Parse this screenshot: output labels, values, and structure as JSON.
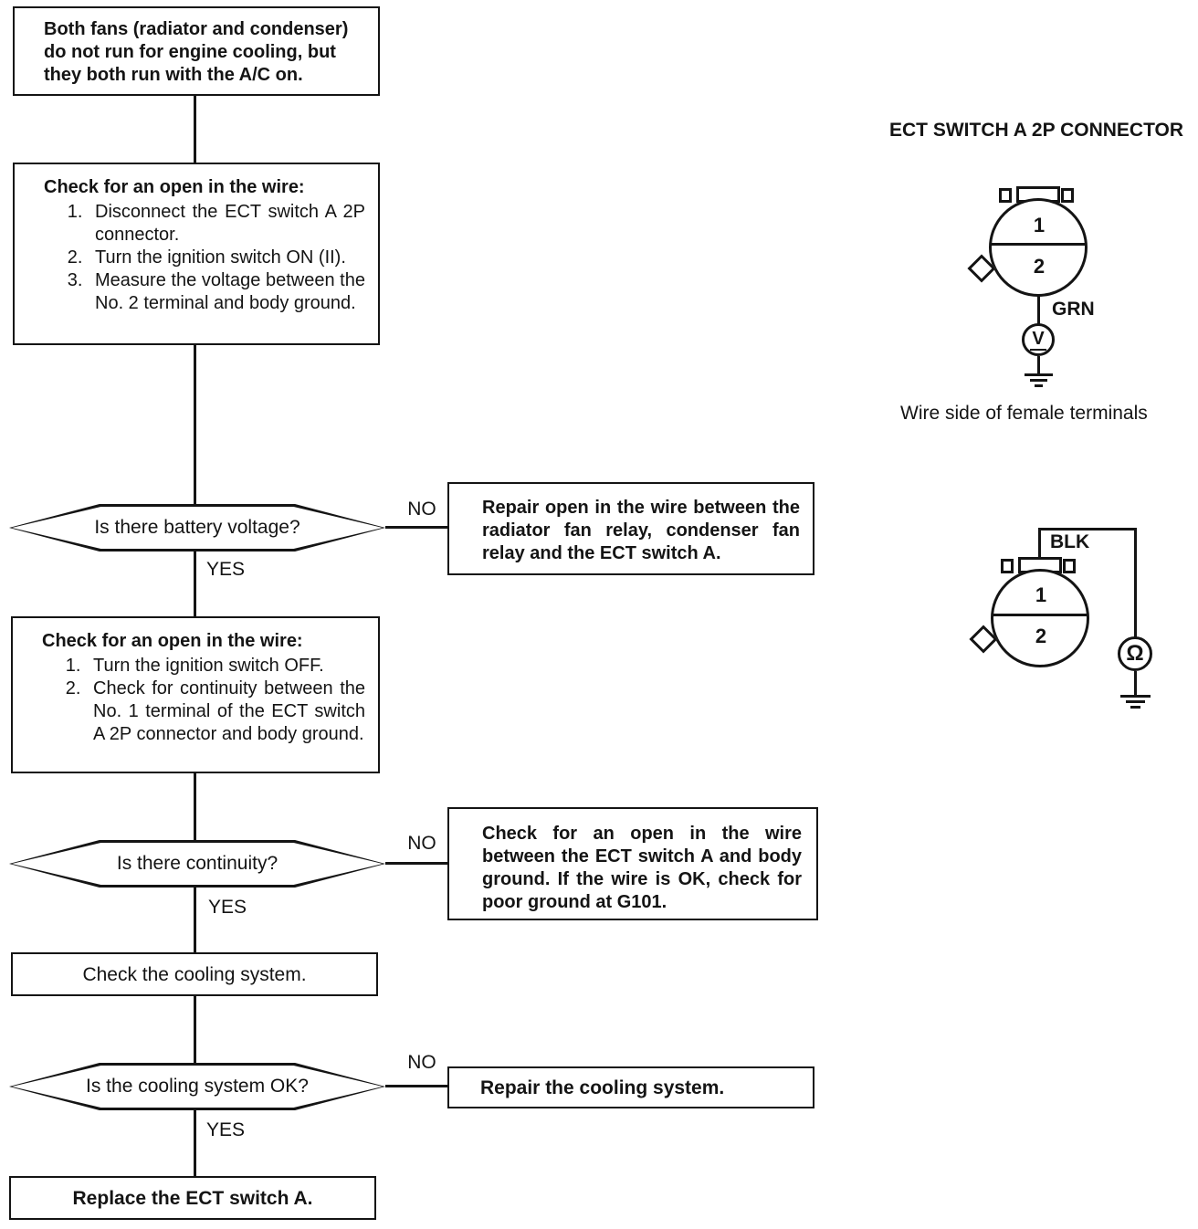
{
  "flowchart": {
    "start": "Both fans (radiator and condenser) do not run for engine cooling, but they both run with the A/C on.",
    "step1": {
      "heading": "Check for an open in the wire:",
      "items": [
        "Disconnect the ECT switch A 2P connector.",
        "Turn the ignition switch ON (II).",
        "Measure the voltage between the No. 2 terminal and body ground."
      ]
    },
    "decision1": {
      "question": "Is there battery voltage?",
      "no": "NO",
      "yes": "YES",
      "no_action": "Repair open in the wire between the radiator fan relay, condenser fan relay and the ECT switch A."
    },
    "step2": {
      "heading": "Check for an open in the wire:",
      "items": [
        "Turn the ignition switch OFF.",
        "Check for continuity between the No. 1 terminal of the ECT switch A 2P connector and body ground."
      ]
    },
    "decision2": {
      "question": "Is there continuity?",
      "no": "NO",
      "yes": "YES",
      "no_action": "Check for an open in the wire between the ECT switch A and body ground. If the wire is OK, check for poor ground at G101."
    },
    "step3": "Check the cooling system.",
    "decision3": {
      "question": "Is the cooling system OK?",
      "no": "NO",
      "yes": "YES",
      "no_action": "Repair the cooling system."
    },
    "end": "Replace the ECT switch A."
  },
  "connector_panel": {
    "title": "ECT SWITCH A 2P CONNECTOR",
    "caption": "Wire side of female terminals",
    "voltage_check": {
      "terminal_top": "1",
      "terminal_bottom": "2",
      "wire_color": "GRN",
      "meter_symbol": "V"
    },
    "continuity_check": {
      "terminal_top": "1",
      "terminal_bottom": "2",
      "wire_color": "BLK",
      "meter_symbol": "Ω"
    }
  }
}
